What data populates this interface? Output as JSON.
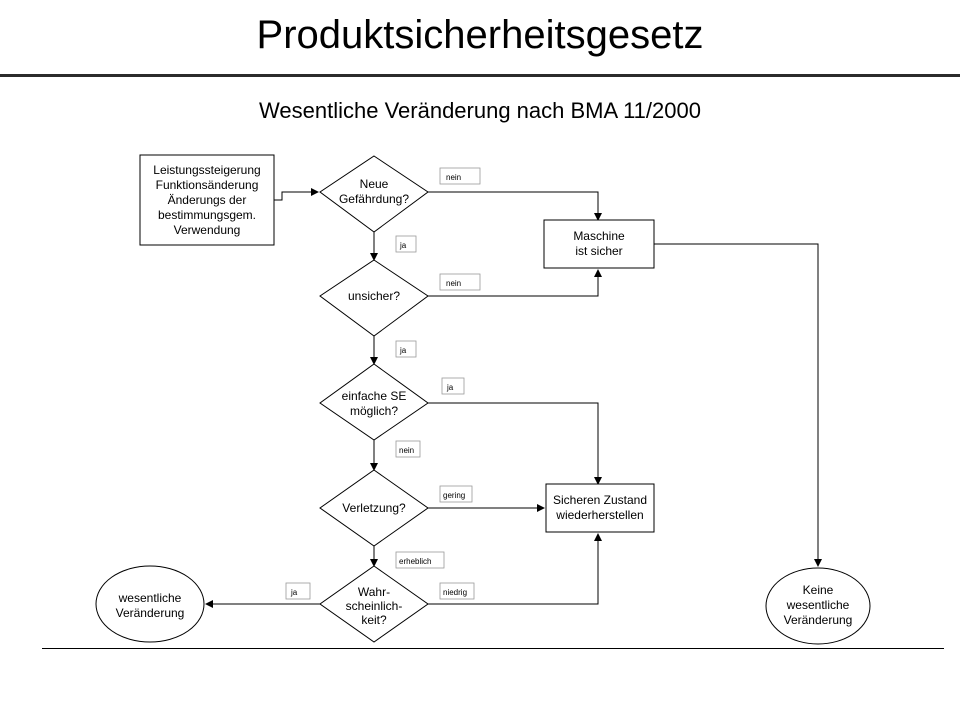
{
  "page": {
    "title": "Produktsicherheitsgesetz",
    "subtitle": "Wesentliche Veränderung nach BMA 11/2000"
  },
  "flowchart": {
    "start": [
      "Leistungssteigerung",
      "Funktionsänderung",
      "Änderungs der",
      "bestimmungsgem.",
      "Verwendung"
    ],
    "decisions": {
      "gefaehrdung": [
        "Neue",
        "Gefährdung?"
      ],
      "unsicher": [
        "unsicher?"
      ],
      "einfache_se": [
        "einfache SE",
        "möglich?"
      ],
      "verletzung": [
        "Verletzung?"
      ],
      "wahrscheinlichkeit": [
        "Wahr-",
        "scheinlich-",
        "keit?"
      ]
    },
    "processes": {
      "maschine_sicher": [
        "Maschine",
        "ist sicher"
      ],
      "zustand": [
        "Sicheren Zustand",
        "wiederherstellen"
      ]
    },
    "terminals": {
      "wesentlich": [
        "wesentliche",
        "Veränderung"
      ],
      "keine": [
        "Keine",
        "wesentliche",
        "Veränderung"
      ]
    },
    "labels": {
      "nein_1": "nein",
      "ja_1": "ja",
      "nein_2": "nein",
      "ja_2": "ja",
      "ja_3": "ja",
      "nein_3": "nein",
      "gering": "gering",
      "erheblich": "erheblich",
      "ja_4": "ja",
      "niedrig": "niedrig"
    }
  }
}
